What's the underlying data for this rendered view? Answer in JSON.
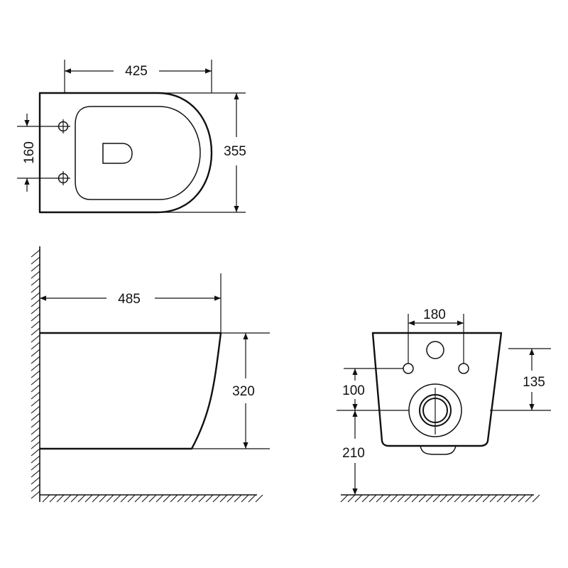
{
  "top_view": {
    "width_label": "425",
    "depth_label": "355",
    "hole_spacing_label": "160"
  },
  "side_view": {
    "length_label": "485",
    "height_label": "320"
  },
  "front_view": {
    "hole_spacing_label": "180",
    "hole_height_label": "135",
    "outlet_offset_label": "100",
    "outlet_height_label": "210"
  }
}
